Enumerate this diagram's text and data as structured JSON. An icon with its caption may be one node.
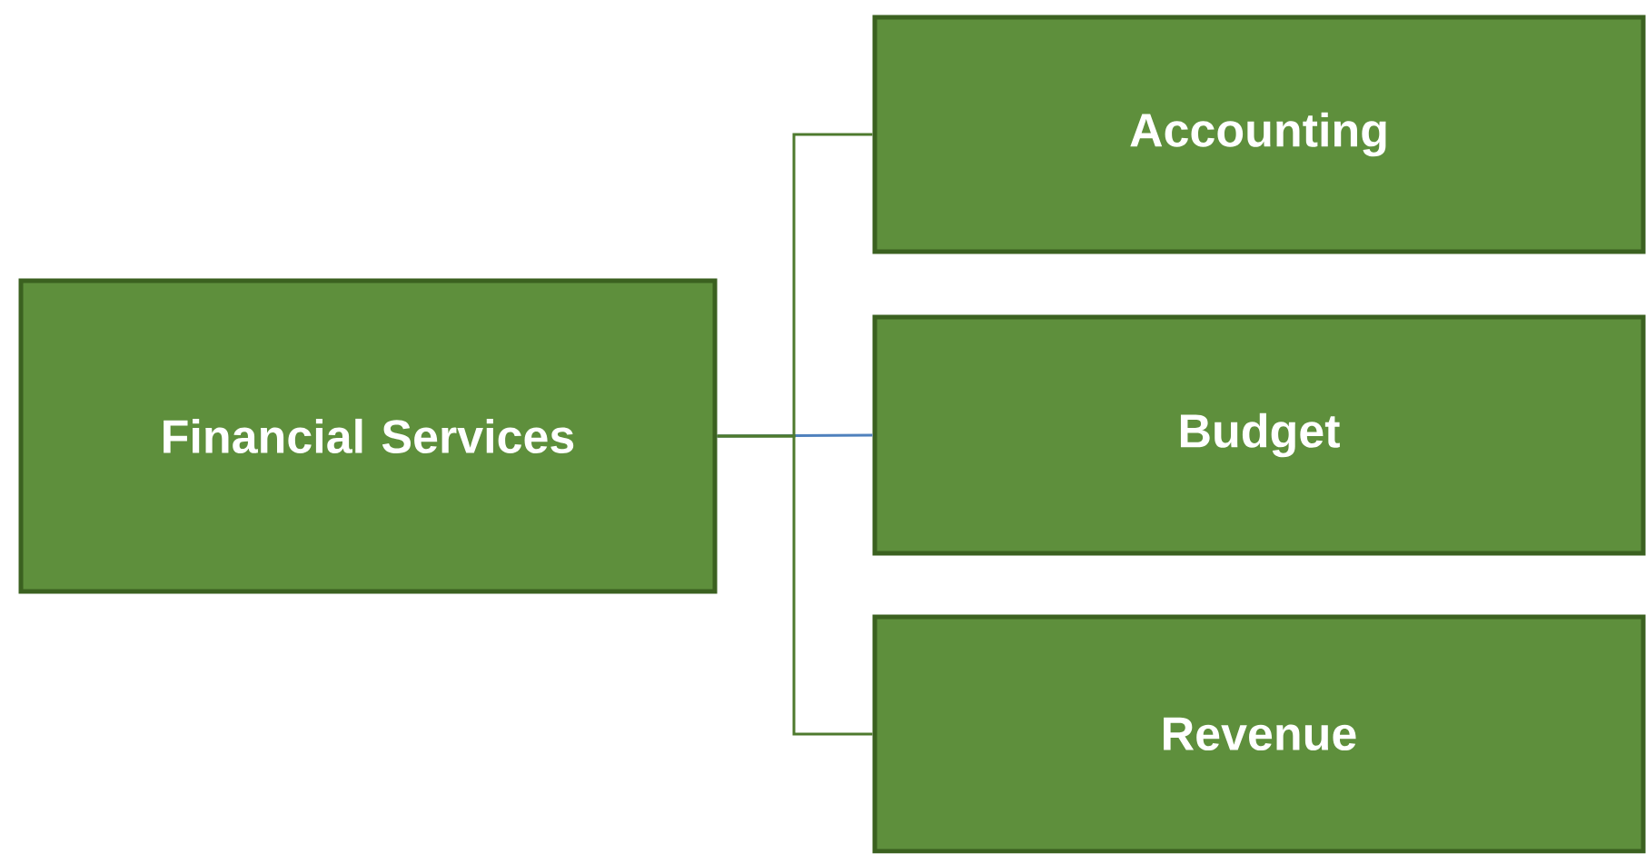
{
  "diagram": {
    "nodes": [
      {
        "text": [
          "Financial Services"
        ]
      },
      {
        "text": [
          "Accounting"
        ]
      },
      {
        "text": [
          "Budget"
        ]
      },
      {
        "text": [
          "Revenue"
        ]
      }
    ],
    "edges": [
      {
        "from": 0,
        "to": 2,
        "arrow": "none",
        "color": "#4f81bd"
      },
      {
        "from": 0,
        "to": 1,
        "arrow": "none"
      },
      {
        "from": 0,
        "to": 3,
        "arrow": "none"
      }
    ]
  }
}
